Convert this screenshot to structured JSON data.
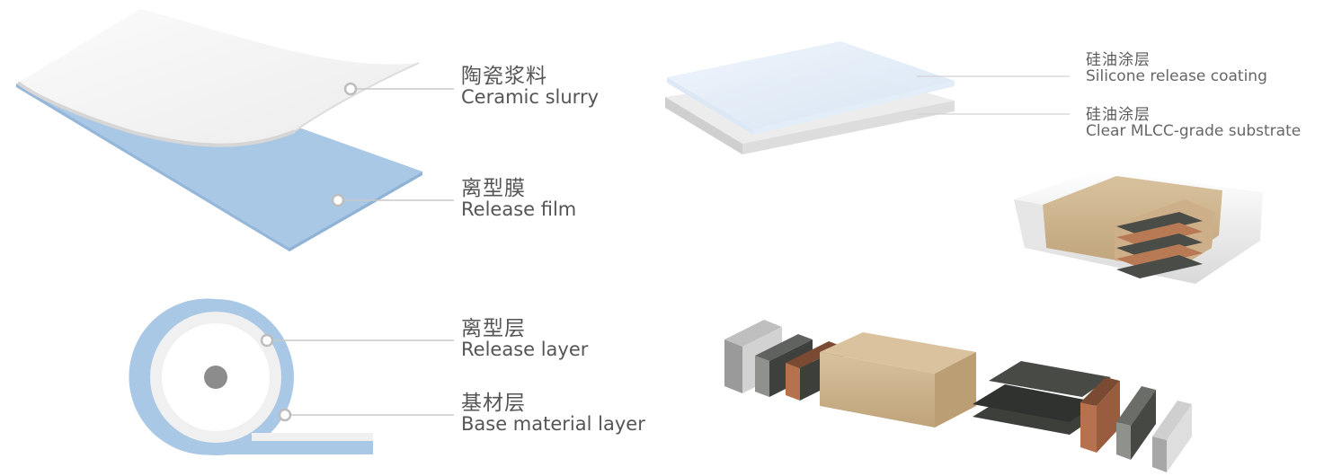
{
  "film_labels": [
    {
      "zh": "陶瓷浆料",
      "en": "Ceramic slurry"
    },
    {
      "zh": "离型膜",
      "en": "Release film"
    }
  ],
  "roll_labels": [
    {
      "zh": "离型层",
      "en": "Release layer"
    },
    {
      "zh": "基材层",
      "en": "Base material layer"
    }
  ],
  "coating_labels": [
    {
      "zh": "硅油涂层",
      "en": "Silicone release coating"
    },
    {
      "zh": "硅油涂层",
      "en": "Clear MLCC-grade substrate"
    }
  ],
  "colors": {
    "slurry": "#f3f3f3",
    "release_film": "#a9c8e6",
    "leader": "#c8c8c8",
    "label_text": "#555555",
    "ceramic_body": "#c7ad85",
    "electrode_dark": "#3c3f3a",
    "terminal_copper": "#b6714e",
    "terminal_grey": "#8f928c",
    "coating_blue": "#e4eef9"
  }
}
